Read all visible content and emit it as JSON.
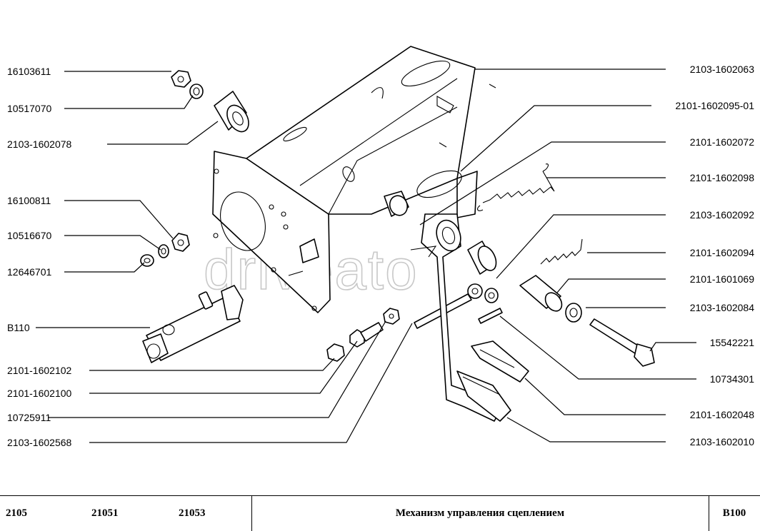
{
  "labels_left": [
    "16103611",
    "10517070",
    "2103-1602078",
    "16100811",
    "10516670",
    "12646701",
    "B110",
    "2101-1602102",
    "2101-1602100",
    "10725911",
    "2103-1602568"
  ],
  "labels_right": [
    "2103-1602063",
    "2101-1602095-01",
    "2101-1602072",
    "2101-1602098",
    "2103-1602092",
    "2101-1602094",
    "2101-1601069",
    "2103-1602084",
    "15542221",
    "10734301",
    "2101-1602048",
    "2103-1602010"
  ],
  "watermark": "driveato",
  "footer": {
    "models": [
      "2105",
      "21051",
      "21053"
    ],
    "title": "Механизм управления сцеплением",
    "code": "B100"
  },
  "icons": [
    "hex-nut-icon",
    "washer-icon",
    "bushing-icon",
    "spring-icon",
    "bolt-icon",
    "pedal-icon",
    "master-cylinder-icon"
  ]
}
